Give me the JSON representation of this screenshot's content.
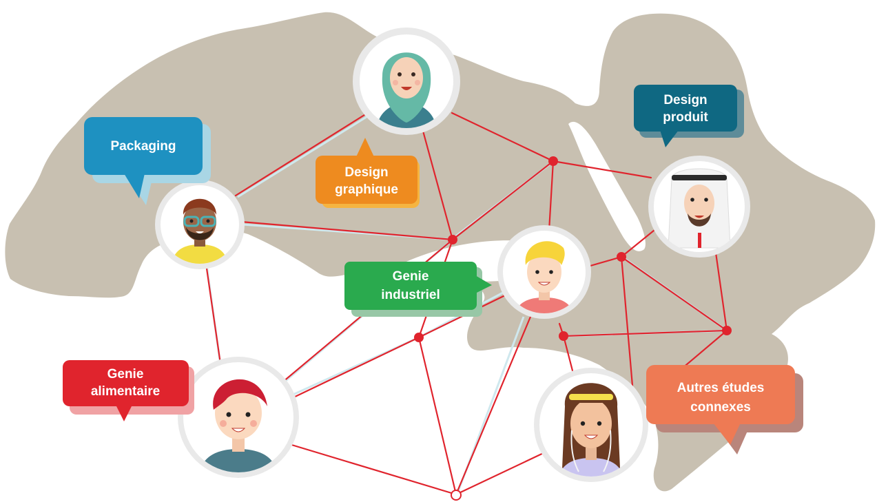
{
  "labels": {
    "packaging": "Packaging",
    "design_graphique": [
      "Design",
      "graphique"
    ],
    "design_produit": [
      "Design",
      "produit"
    ],
    "genie_industriel": [
      "Genie",
      "industriel"
    ],
    "genie_alimentaire": [
      "Genie",
      "alimentaire"
    ],
    "autres_etudes": [
      "Autres études",
      "connexes"
    ]
  },
  "colors": {
    "map": "#c8c0b1",
    "network_line": "#e0242d",
    "node": "#e0242d",
    "avatar_ring": "#e9e9e9",
    "packaging": "#1e91c1",
    "design_graphique": "#ee8b1f",
    "design_produit": "#0f6882",
    "genie_industriel": "#2aaa4e",
    "genie_alimentaire": "#e0242d",
    "autres_etudes": "#ee7a54"
  }
}
